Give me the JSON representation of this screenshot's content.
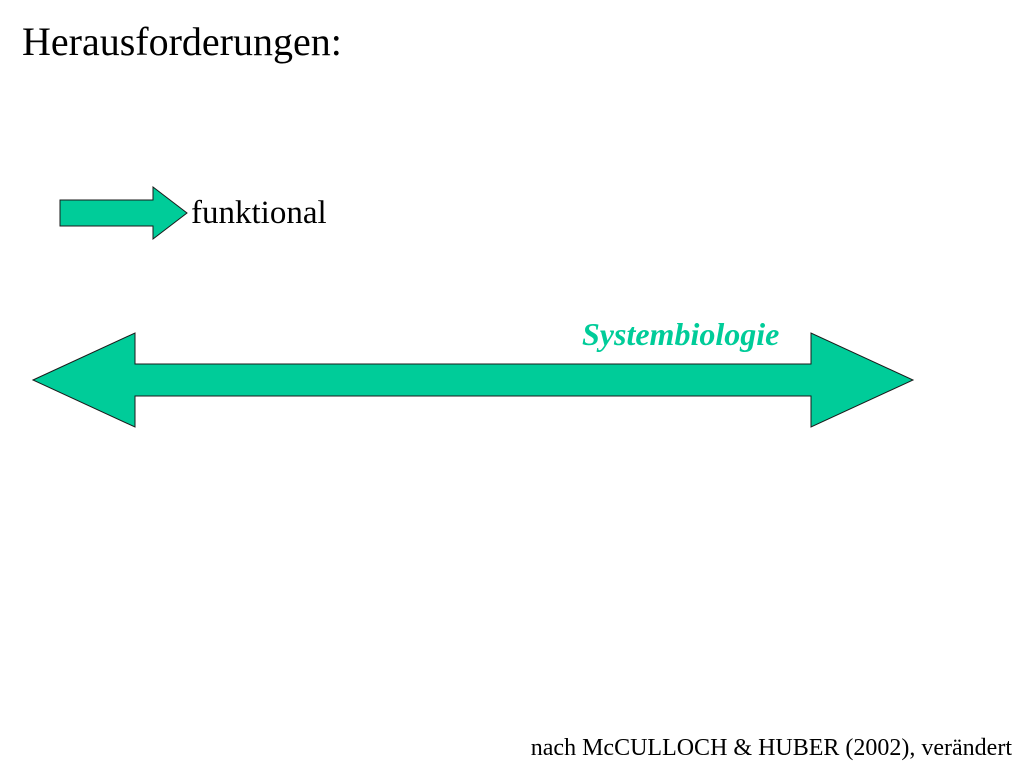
{
  "slide": {
    "title": "Herausforderungen:",
    "citation": "nach McCULLOCH & HUBER (2002), verändert"
  },
  "diagram": {
    "arrow_label": "funktional",
    "span_label": "Systembiologie"
  },
  "colors": {
    "arrow_fill": "#00cc99",
    "arrow_stroke": "#1a1a1a",
    "span_label_color": "#00cc99"
  }
}
